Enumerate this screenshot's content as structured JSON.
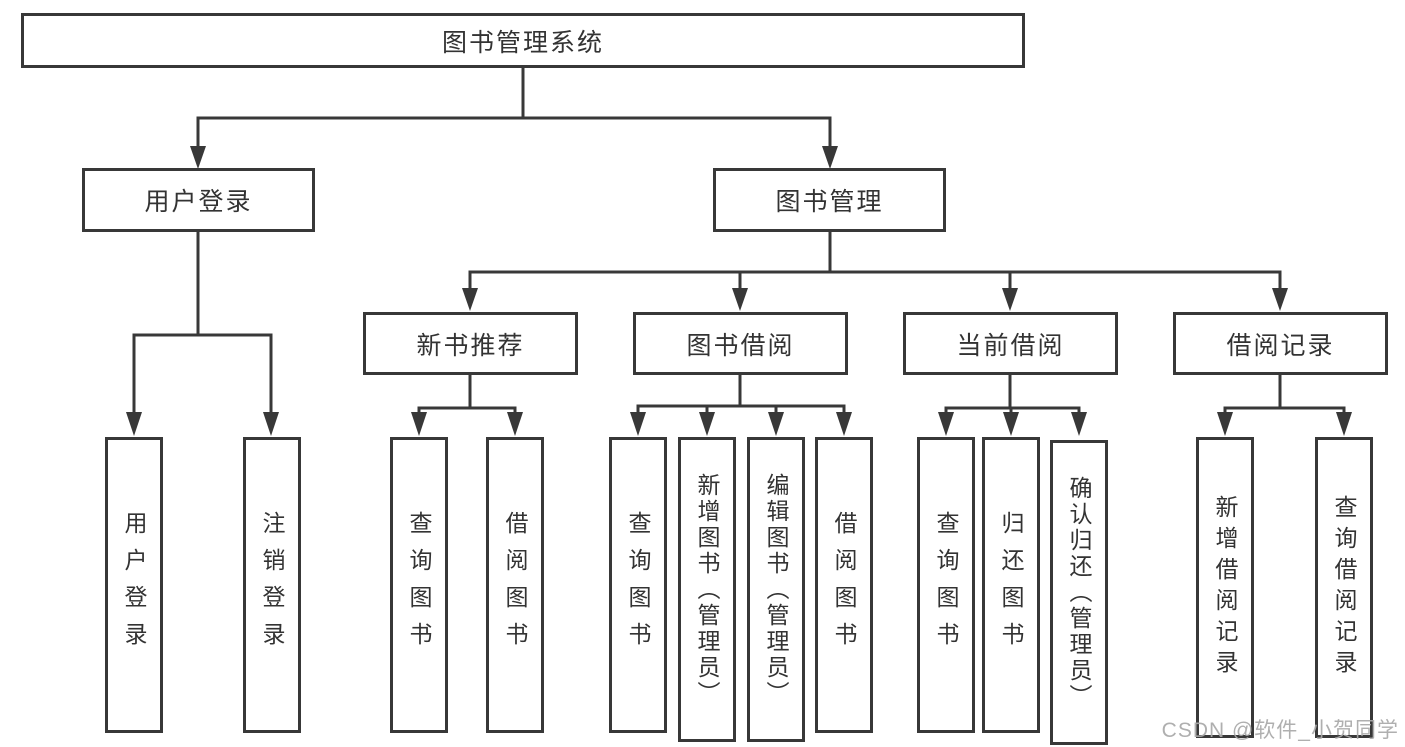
{
  "diagram": {
    "root": {
      "label": "图书管理系统"
    },
    "branches": [
      {
        "label": "用户登录",
        "children": [
          {
            "label": "用户登录"
          },
          {
            "label": "注销登录"
          }
        ]
      },
      {
        "label": "图书管理",
        "children": [
          {
            "label": "新书推荐",
            "children": [
              {
                "label": "查询图书"
              },
              {
                "label": "借阅图书"
              }
            ]
          },
          {
            "label": "图书借阅",
            "children": [
              {
                "label": "查询图书"
              },
              {
                "label": "新增图书（管理员）"
              },
              {
                "label": "编辑图书（管理员）"
              },
              {
                "label": "借阅图书"
              }
            ]
          },
          {
            "label": "当前借阅",
            "children": [
              {
                "label": "查询图书"
              },
              {
                "label": "归还图书"
              },
              {
                "label": "确认归还（管理员）"
              }
            ]
          },
          {
            "label": "借阅记录",
            "children": [
              {
                "label": "新增借阅记录"
              },
              {
                "label": "查询借阅记录"
              }
            ]
          }
        ]
      }
    ]
  },
  "watermark": {
    "text": "CSDN @软件_小贺同学"
  },
  "colors": {
    "line": "#383838",
    "text": "#333333",
    "box_background": "#ffffff",
    "page_background": "#ffffff",
    "watermark": "#a8a8a8"
  }
}
